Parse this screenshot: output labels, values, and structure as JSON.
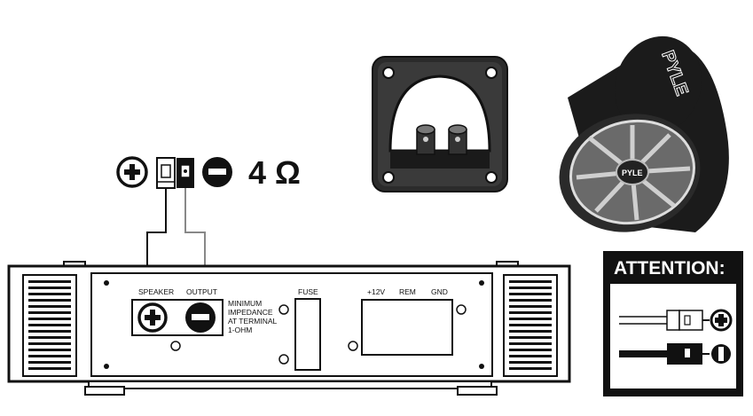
{
  "wiring_legend": {
    "impedance_text": "4 Ω"
  },
  "amplifier": {
    "speaker_label": "SPEAKER",
    "output_label": "OUTPUT",
    "impedance_note": [
      "MINIMUM",
      "IMPEDANCE",
      "AT TERMINAL",
      "1-OHM"
    ],
    "fuse_label": "FUSE",
    "power_labels": [
      "+12V",
      "REM",
      "GND"
    ]
  },
  "subwoofer": {
    "brand": "PYLE"
  },
  "attention_box": {
    "title": "ATTENTION:"
  },
  "colors": {
    "ink": "#111111",
    "enclosure": "#1b1b1b",
    "grille": "#7a7a7a",
    "terminal_plate": "#2a2a2a",
    "background": "#ffffff"
  }
}
